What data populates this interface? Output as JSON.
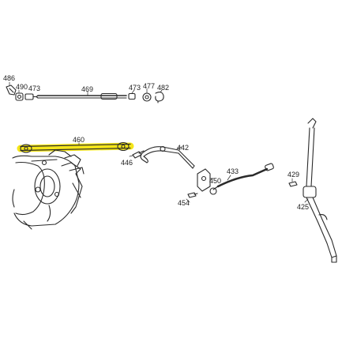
{
  "diagram": {
    "highlight_color": "#f5e61a",
    "line_color": "#2a2a2a",
    "labels": {
      "p486": "486",
      "p490": "490",
      "p473a": "473",
      "p469": "469",
      "p473b": "473",
      "p477": "477",
      "p482": "482",
      "p460": "460",
      "p446": "446",
      "p442": "442",
      "p433": "433",
      "p450": "450",
      "p454": "454",
      "p429": "429",
      "p425": "425"
    }
  }
}
